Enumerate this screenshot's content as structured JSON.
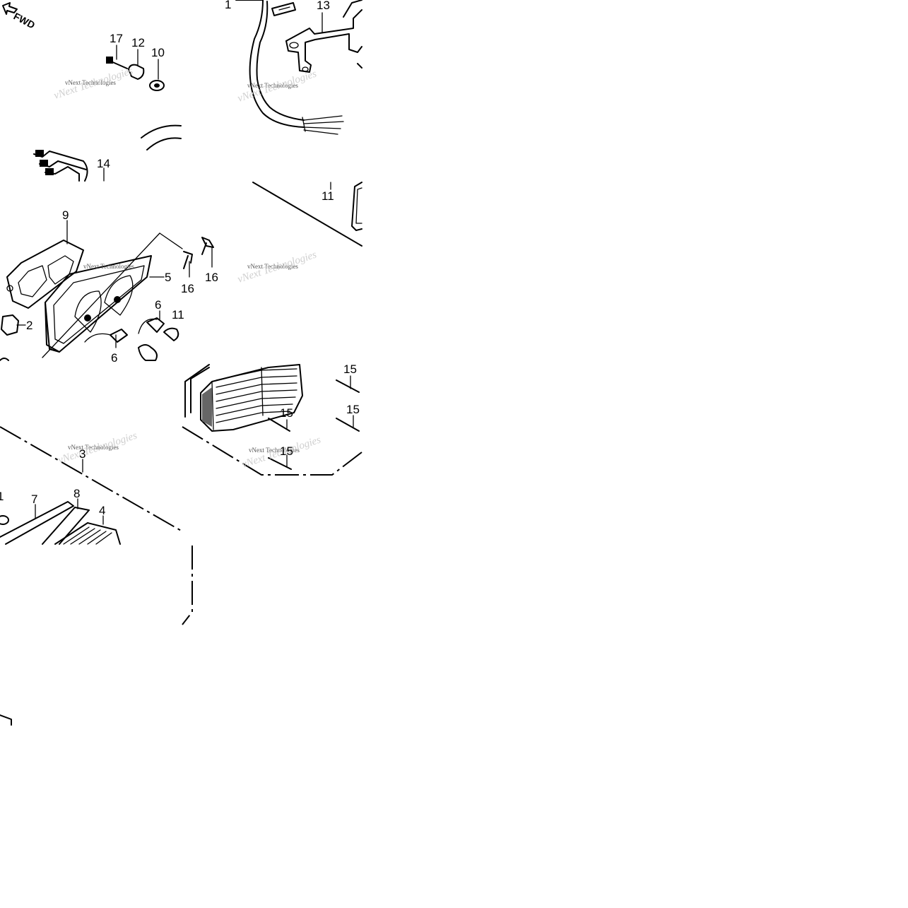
{
  "direction_marker": "FWD",
  "watermark": "vNext Technologies",
  "callouts": {
    "c1": "1",
    "c2": "2",
    "c3": "3",
    "c4": "4",
    "c5": "5",
    "c6a": "6",
    "c6b": "6",
    "c7": "7",
    "c8": "8",
    "c9": "9",
    "c10": "10",
    "c11a": "11",
    "c11b": "11",
    "c11c": "1",
    "c12": "12",
    "c13": "13",
    "c14": "14",
    "c15a": "15",
    "c15b": "15",
    "c15c": "15",
    "c15d": "15",
    "c16a": "16",
    "c16b": "16",
    "c17": "17"
  }
}
